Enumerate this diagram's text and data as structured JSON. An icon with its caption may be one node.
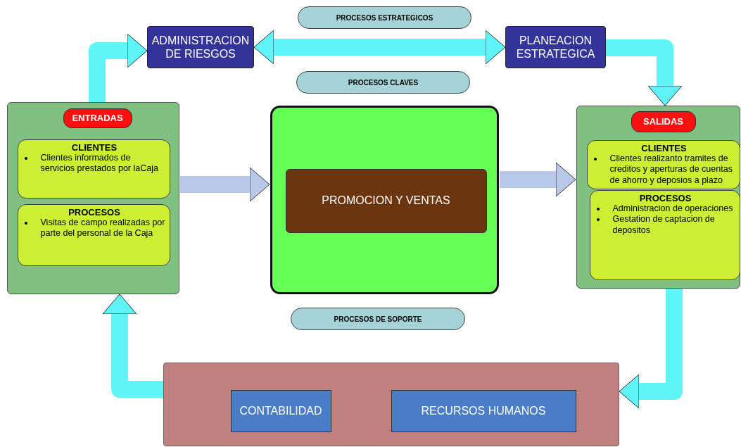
{
  "diagram": {
    "nodes": [
      {
        "text": [],
        "shape": "box"
      },
      {
        "text": [
          "ENTRADAS"
        ],
        "in": 0
      },
      {
        "text": [
          "CLIENTES",
          "Clientes informados de servicios prestados por laCaja"
        ],
        "in": 0
      },
      {
        "text": [
          "PROCESOS",
          "Visitas de campo realizadas por parte del personal de la Caja"
        ],
        "in": 0
      },
      {
        "text": [
          "ADMINISTRACION DE RIESGOS"
        ]
      },
      {
        "text": [
          "PROCESOS ESTRATEGICOS"
        ]
      },
      {
        "text": [
          "PLANEACION ESTRATEGICA"
        ]
      },
      {
        "text": [
          "PROCESOS CLAVES"
        ]
      },
      {
        "text": [],
        "shape": "box"
      },
      {
        "text": [
          "PROMOCION Y VENTAS"
        ],
        "in": 8
      },
      {
        "text": [],
        "shape": "box"
      },
      {
        "text": [
          "SALIDAS"
        ],
        "in": 10
      },
      {
        "text": [
          "CLIENTES",
          "Clientes realizanto tramites de creditos y aperturas de cuentas de ahorro y deposios a plazo"
        ],
        "in": 10
      },
      {
        "text": [
          "PROCESOS",
          "Administracion de operaciones",
          "Gestation de captacion de depositos"
        ],
        "in": 10
      },
      {
        "text": [
          "PROCESOS DE SOPORTE"
        ]
      },
      {
        "text": [],
        "shape": "box"
      },
      {
        "text": [
          "CONTABILIDAD"
        ],
        "in": 15
      },
      {
        "text": [
          "RECURSOS HUMANOS"
        ],
        "in": 15
      }
    ],
    "edges": [
      {
        "from": 0,
        "to": 4,
        "arrow": "to"
      },
      {
        "from": 4,
        "to": 6,
        "arrow": "both"
      },
      {
        "from": 6,
        "to": 10,
        "arrow": "to"
      },
      {
        "from": 0,
        "to": 8,
        "arrow": "to",
        "color": "#b8c8e8"
      },
      {
        "from": 8,
        "to": 10,
        "arrow": "to",
        "color": "#b8c8e8"
      },
      {
        "from": 10,
        "to": 15,
        "arrow": "to"
      },
      {
        "from": 15,
        "to": 0,
        "arrow": "to"
      }
    ]
  }
}
